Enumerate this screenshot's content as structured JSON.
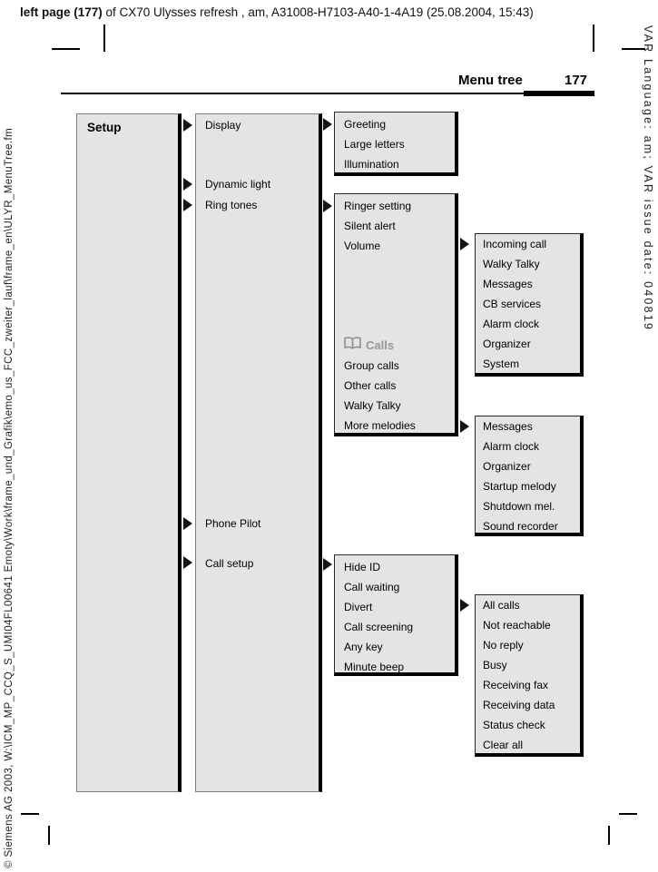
{
  "page": {
    "top_header": {
      "bold": "left page (177)",
      "rest": " of CX70 Ulysses refresh , am, A31008-H7103-A40-1-4A19 (25.08.2004, 15:43)"
    },
    "left_margin_text": "© Siemens AG 2003, W:\\ICM_MP_CCQ_S_UMI04FL00641 Emoty\\Work\\frame_und_Grafik\\emo_us_FCC_zweiter_lauf\\frame_en\\ULYR_MenuTree.fm",
    "right_margin_text": "VAR Language: am; VAR issue date: 040819",
    "section_header": {
      "title": "Menu tree",
      "page_number": "177"
    }
  },
  "icons": {
    "submenu_arrow": "right-arrow-icon",
    "calls_section": "open-book-icon"
  },
  "colors": {
    "box_fill": "#e4e4e4",
    "box_border": "#000000",
    "text": "#000000",
    "calls_header_gray": "#979797"
  },
  "tree": {
    "root": {
      "label": "Setup"
    },
    "level2": {
      "items": [
        "Display",
        "Dynamic light",
        "Ring tones",
        "Phone Pilot",
        "Call setup"
      ]
    },
    "display_submenu": {
      "items": [
        "Greeting",
        "Large letters",
        "Illumination"
      ]
    },
    "ring_tones_submenu": {
      "items_top": [
        "Ringer setting",
        "Silent alert",
        "Volume"
      ],
      "section_header": {
        "label": "Calls"
      },
      "items_bottom": [
        "Group calls",
        "Other calls",
        "Walky Talky",
        "More melodies"
      ]
    },
    "volume_submenu": {
      "items": [
        "Incoming call",
        "Walky Talky",
        "Messages",
        "CB services",
        "Alarm clock",
        "Organizer",
        "System"
      ]
    },
    "more_melodies_submenu": {
      "items": [
        "Messages",
        "Alarm clock",
        "Organizer",
        "Startup melody",
        "Shutdown mel.",
        "Sound recorder"
      ]
    },
    "call_setup_submenu": {
      "items": [
        "Hide ID",
        "Call waiting",
        "Divert",
        "Call screening",
        "Any key",
        "Minute beep"
      ]
    },
    "divert_submenu": {
      "items": [
        "All calls",
        "Not reachable",
        "No reply",
        "Busy",
        "Receiving fax",
        "Receiving data",
        "Status check",
        "Clear all"
      ]
    }
  }
}
